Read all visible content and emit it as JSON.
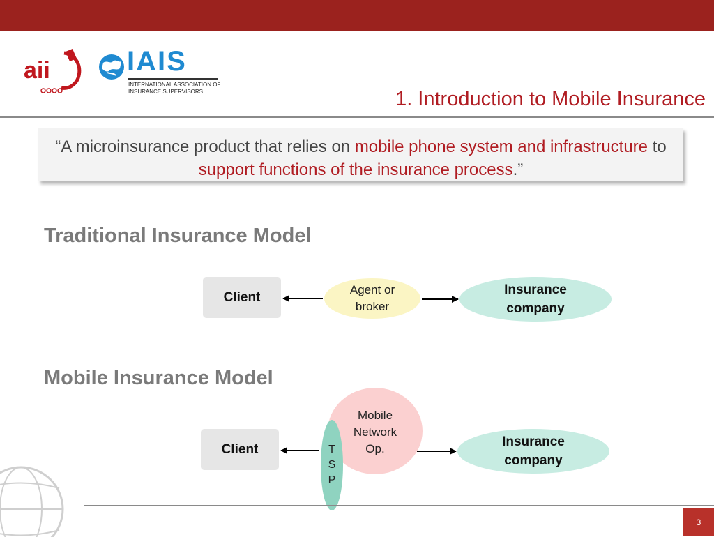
{
  "header": {
    "brand_left": "aii",
    "brand_right": "IAIS",
    "brand_right_sub_line1": "INTERNATIONAL ASSOCIATION OF",
    "brand_right_sub_line2": "INSURANCE SUPERVISORS"
  },
  "slide": {
    "title": "1. Introduction to Mobile Insurance",
    "quote": {
      "open": "“A microinsurance product that relies on ",
      "hl1": "mobile phone system and infrastructure",
      "mid": " to ",
      "hl2": "support functions of the insurance process",
      "close": ".”"
    },
    "traditional": {
      "heading": "Traditional Insurance Model",
      "client": "Client",
      "agent": "Agent or broker",
      "insurer": "Insurance company"
    },
    "mobile": {
      "heading": "Mobile Insurance Model",
      "client": "Client",
      "mno": "Mobile Network Op.",
      "tsp": [
        "T",
        "S",
        "P"
      ],
      "insurer": "Insurance company"
    },
    "page_number": "3"
  },
  "colors": {
    "brand_red": "#9b221e",
    "title_red": "#b01c22",
    "insurer_teal": "#c7ece2",
    "agent_yellow": "#fbf5c4",
    "mno_pink": "#fbd0d0",
    "tsp_green": "#8fd3c0"
  }
}
